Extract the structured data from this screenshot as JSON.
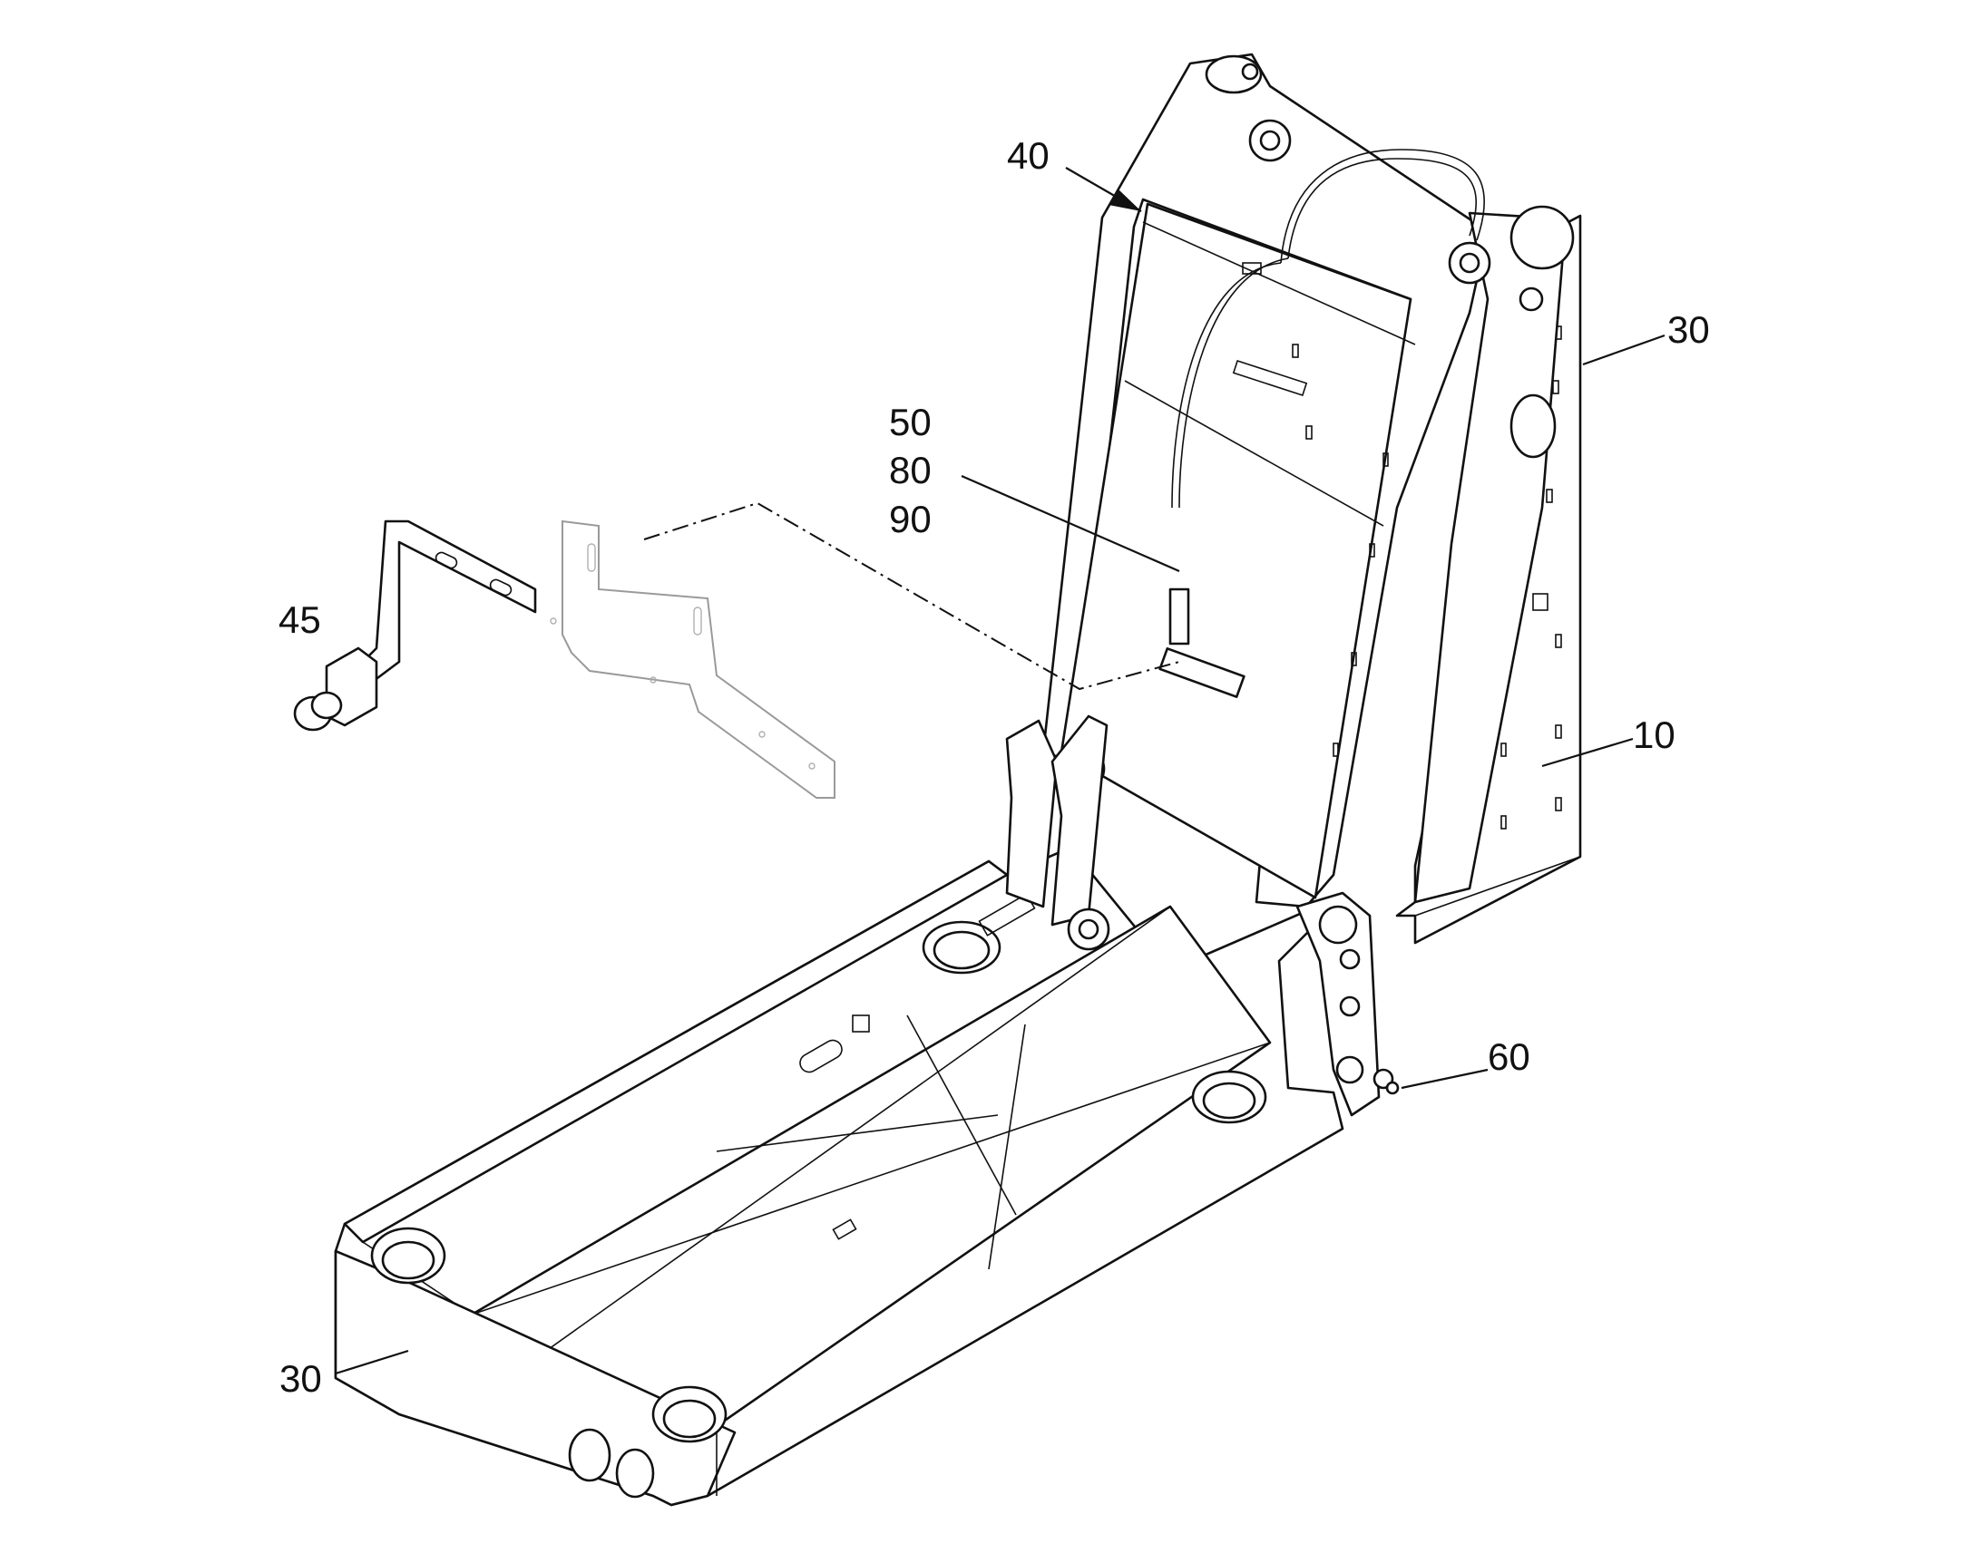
{
  "labels": {
    "ref_40": "40",
    "ref_30_right": "30",
    "ref_50": "50",
    "ref_80": "80",
    "ref_90": "90",
    "ref_45": "45",
    "ref_10": "10",
    "ref_60": "60",
    "ref_30_bottom": "30"
  },
  "colors": {
    "line": "#111111",
    "ghost_line": "#9a9a9a",
    "background": "#ffffff"
  }
}
